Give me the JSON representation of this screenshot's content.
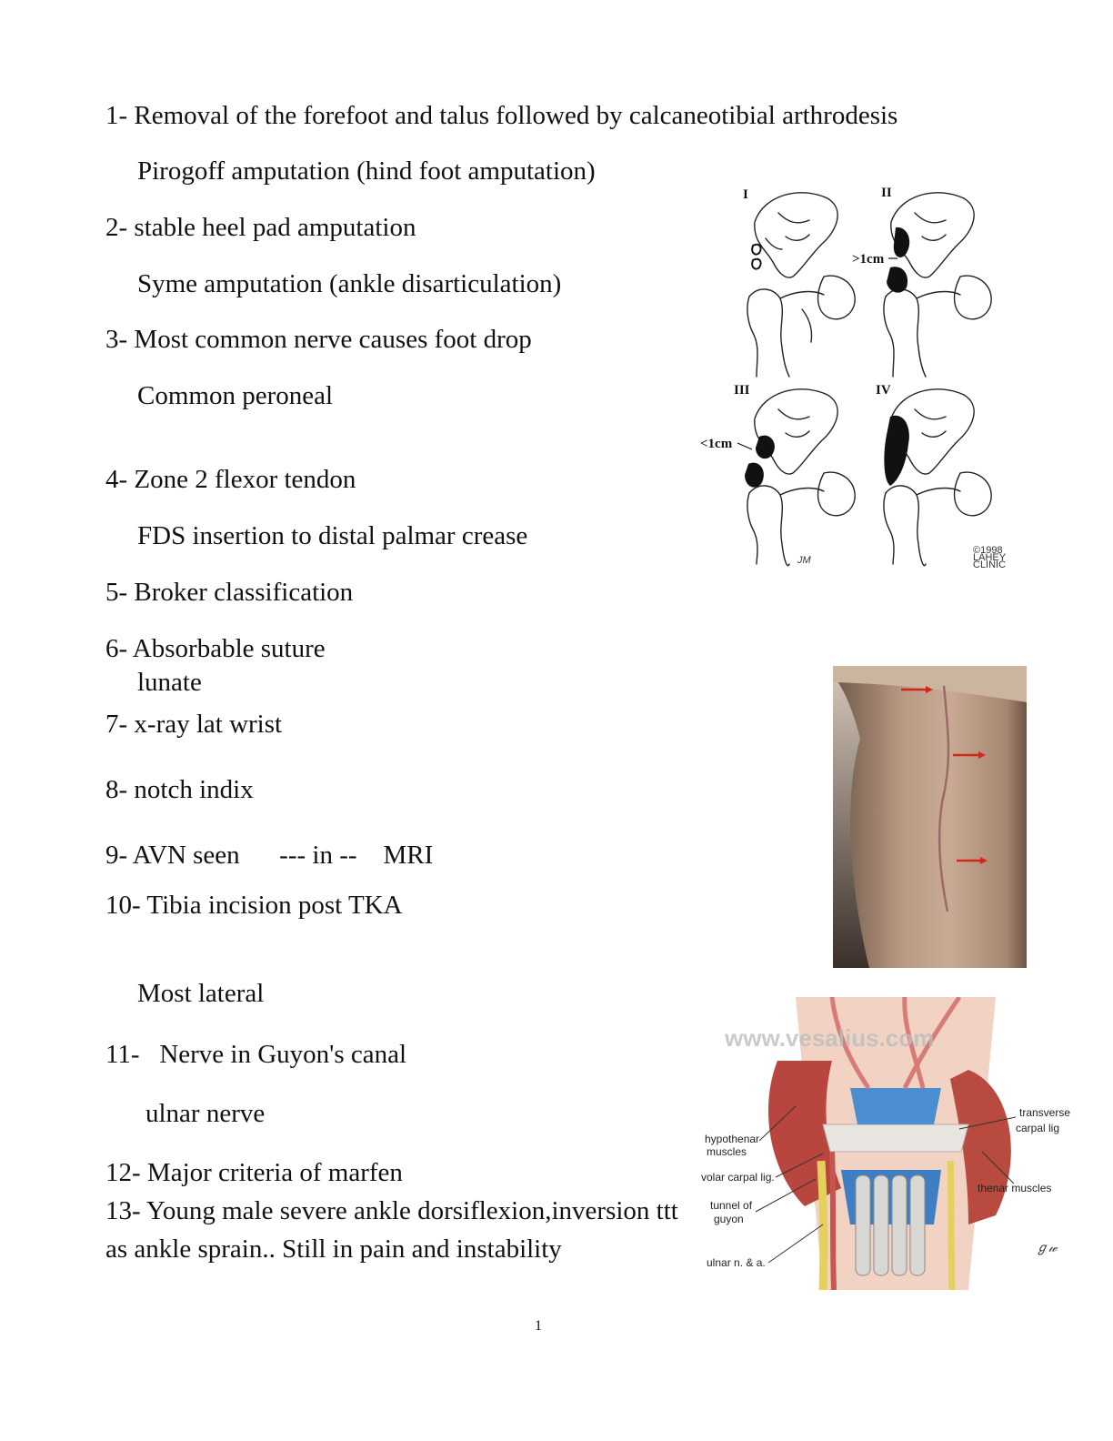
{
  "lines": [
    "1- Removal of the forefoot and talus followed by calcaneotibial arthrodesis",
    "Pirogoff amputation (hind foot amputation)",
    "2- stable heel pad amputation",
    "Syme amputation (ankle disarticulation)",
    "3- Most common nerve causes foot drop",
    "Common peroneal",
    "4- Zone 2 flexor tendon",
    "FDS insertion to distal palmar crease",
    "5- Broker classification",
    "6-  Absorbable suture",
    "lunate",
    "7-  x-ray lat wrist",
    "8- notch indix",
    "9- AVN seen      --- in --    MRI",
    "10-  Tibia incision post TKA",
    "Most lateral",
    "11-   Nerve in Guyon's canal",
    "ulnar nerve",
    "12-  Major criteria of marfen",
    "13-  Young male severe ankle dorsiflexion,inversion ttt as ankle sprain.. Still in pain and instability"
  ],
  "page_number": "1",
  "figures": {
    "brooker": {
      "labels": [
        "I",
        "II",
        "III",
        "IV"
      ],
      "marker_gt": ">1cm",
      "marker_lt": "<1cm",
      "artist": "JM",
      "copyright": [
        "©1998",
        "LAHEY",
        "CLINIC"
      ]
    },
    "knee": {
      "arrow_color": "#d0281e",
      "skin_color": "#c6a48e"
    },
    "guyon": {
      "watermark": "www.vesalius.com",
      "labels": {
        "hypothenar": [
          "hypothenar",
          "muscles"
        ],
        "volar": "volar carpal lig.",
        "tunnel": [
          "tunnel of",
          "guyon"
        ],
        "ulnar": "ulnar n. & a.",
        "transverse": [
          "transverse",
          "carpal lig"
        ],
        "thenar": "thenar muscles"
      }
    }
  }
}
